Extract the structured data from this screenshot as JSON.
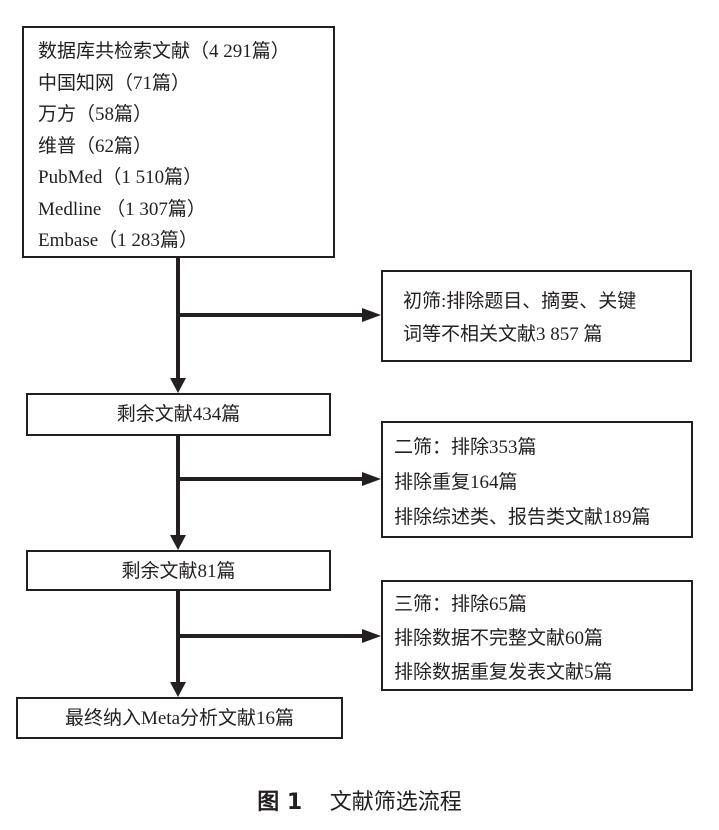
{
  "diagram": {
    "type": "flowchart",
    "sources_box": {
      "lines": [
        "数据库共检索文献（4 291篇）",
        "中国知网（71篇）",
        "万方（58篇）",
        "维普（62篇）",
        "PubMed（1 510篇）",
        "Medline （1 307篇）",
        "Embase（1 283篇）"
      ]
    },
    "screen1_box": {
      "lines": [
        "初筛:排除题目、摘要、关键",
        "词等不相关文献3 857 篇"
      ]
    },
    "remaining1_box": {
      "label": "剩余文献434篇"
    },
    "screen2_box": {
      "lines": [
        "二筛：排除353篇",
        "排除重复164篇",
        "排除综述类、报告类文献189篇"
      ]
    },
    "remaining2_box": {
      "label": "剩余文献81篇"
    },
    "screen3_box": {
      "lines": [
        "三筛：排除65篇",
        "排除数据不完整文献60篇",
        "排除数据重复发表文献5篇"
      ]
    },
    "final_box": {
      "label": "最终纳入Meta分析文献16篇"
    },
    "edges": [
      {
        "from": "sources_box",
        "to": "remaining1_box"
      },
      {
        "from": "sources_box",
        "to": "screen1_box"
      },
      {
        "from": "remaining1_box",
        "to": "remaining2_box"
      },
      {
        "from": "remaining1_box",
        "to": "screen2_box"
      },
      {
        "from": "remaining2_box",
        "to": "final_box"
      },
      {
        "from": "remaining2_box",
        "to": "screen3_box"
      }
    ]
  },
  "caption": {
    "figure_number": "图 1",
    "title": "文献筛选流程"
  },
  "colors": {
    "stroke": "#231f20",
    "background": "#ffffff"
  }
}
